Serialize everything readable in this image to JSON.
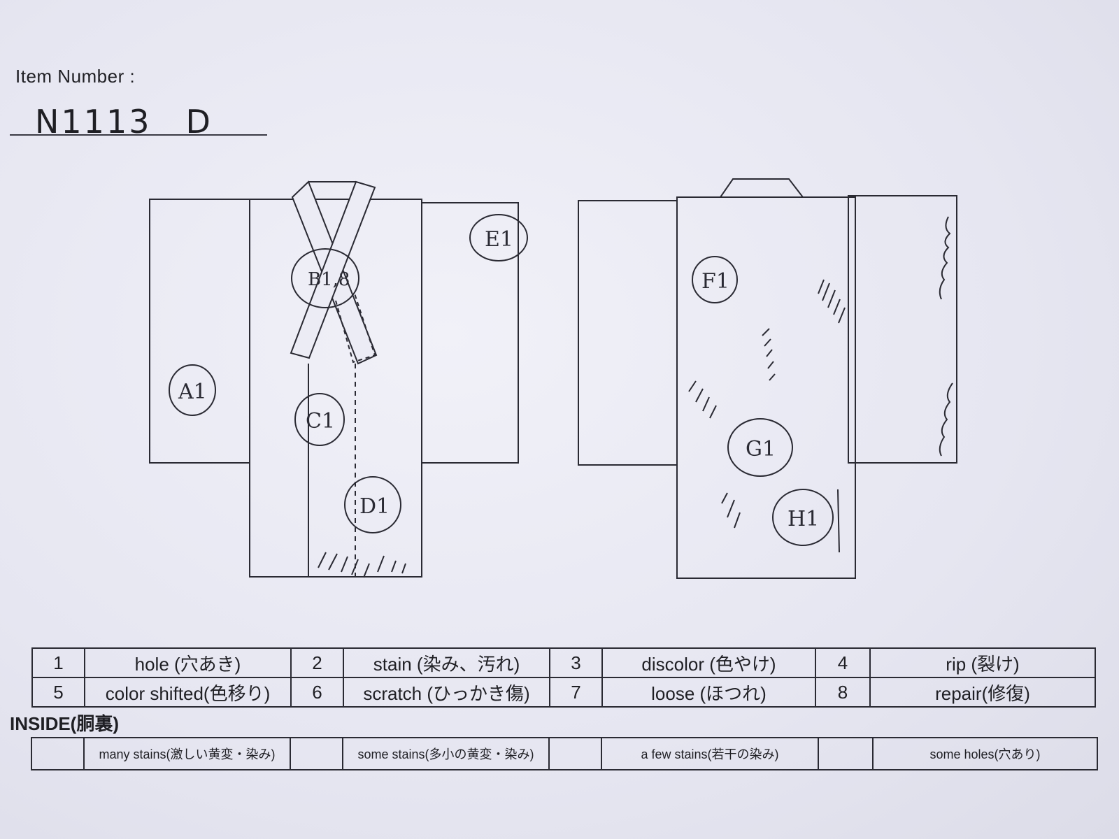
{
  "header": {
    "item_label": "Item Number :",
    "item_number": "N1113　D"
  },
  "front_marks": [
    {
      "label": "A1"
    },
    {
      "label": "B1,8"
    },
    {
      "label": "C1"
    },
    {
      "label": "D1"
    },
    {
      "label": "E1"
    }
  ],
  "back_marks": [
    {
      "label": "F1"
    },
    {
      "label": "G1"
    },
    {
      "label": "H1"
    }
  ],
  "legend": [
    {
      "num": "1",
      "text": "hole (穴あき)"
    },
    {
      "num": "2",
      "text": "stain (染み、汚れ)"
    },
    {
      "num": "3",
      "text": "discolor (色やけ)"
    },
    {
      "num": "4",
      "text": "rip (裂け)"
    },
    {
      "num": "5",
      "text": "color shifted(色移り)"
    },
    {
      "num": "6",
      "text": "scratch (ひっかき傷)"
    },
    {
      "num": "7",
      "text": "loose (ほつれ)"
    },
    {
      "num": "8",
      "text": "repair(修復)"
    }
  ],
  "inside": {
    "label": "INSIDE(胴裏)",
    "options": [
      {
        "text": "many stains(激しい黄変・染み)"
      },
      {
        "text": "some stains(多小の黄変・染み)"
      },
      {
        "text": "a few stains(若干の染み)"
      },
      {
        "text": "some holes(穴あり)"
      }
    ]
  }
}
